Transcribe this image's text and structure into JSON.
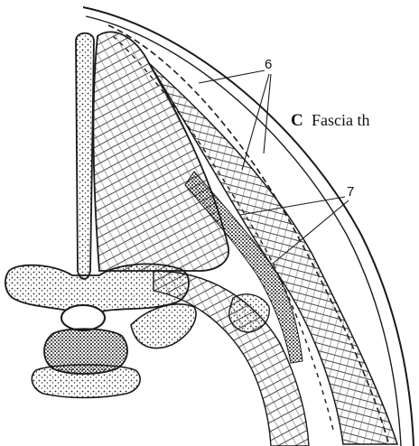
{
  "caption": {
    "letter": "C",
    "text": "Fascia th"
  },
  "callouts": [
    {
      "label": "6"
    },
    {
      "label": "7"
    }
  ],
  "colors": {
    "ink": "#1a1a1a",
    "paper": "#ffffff"
  }
}
